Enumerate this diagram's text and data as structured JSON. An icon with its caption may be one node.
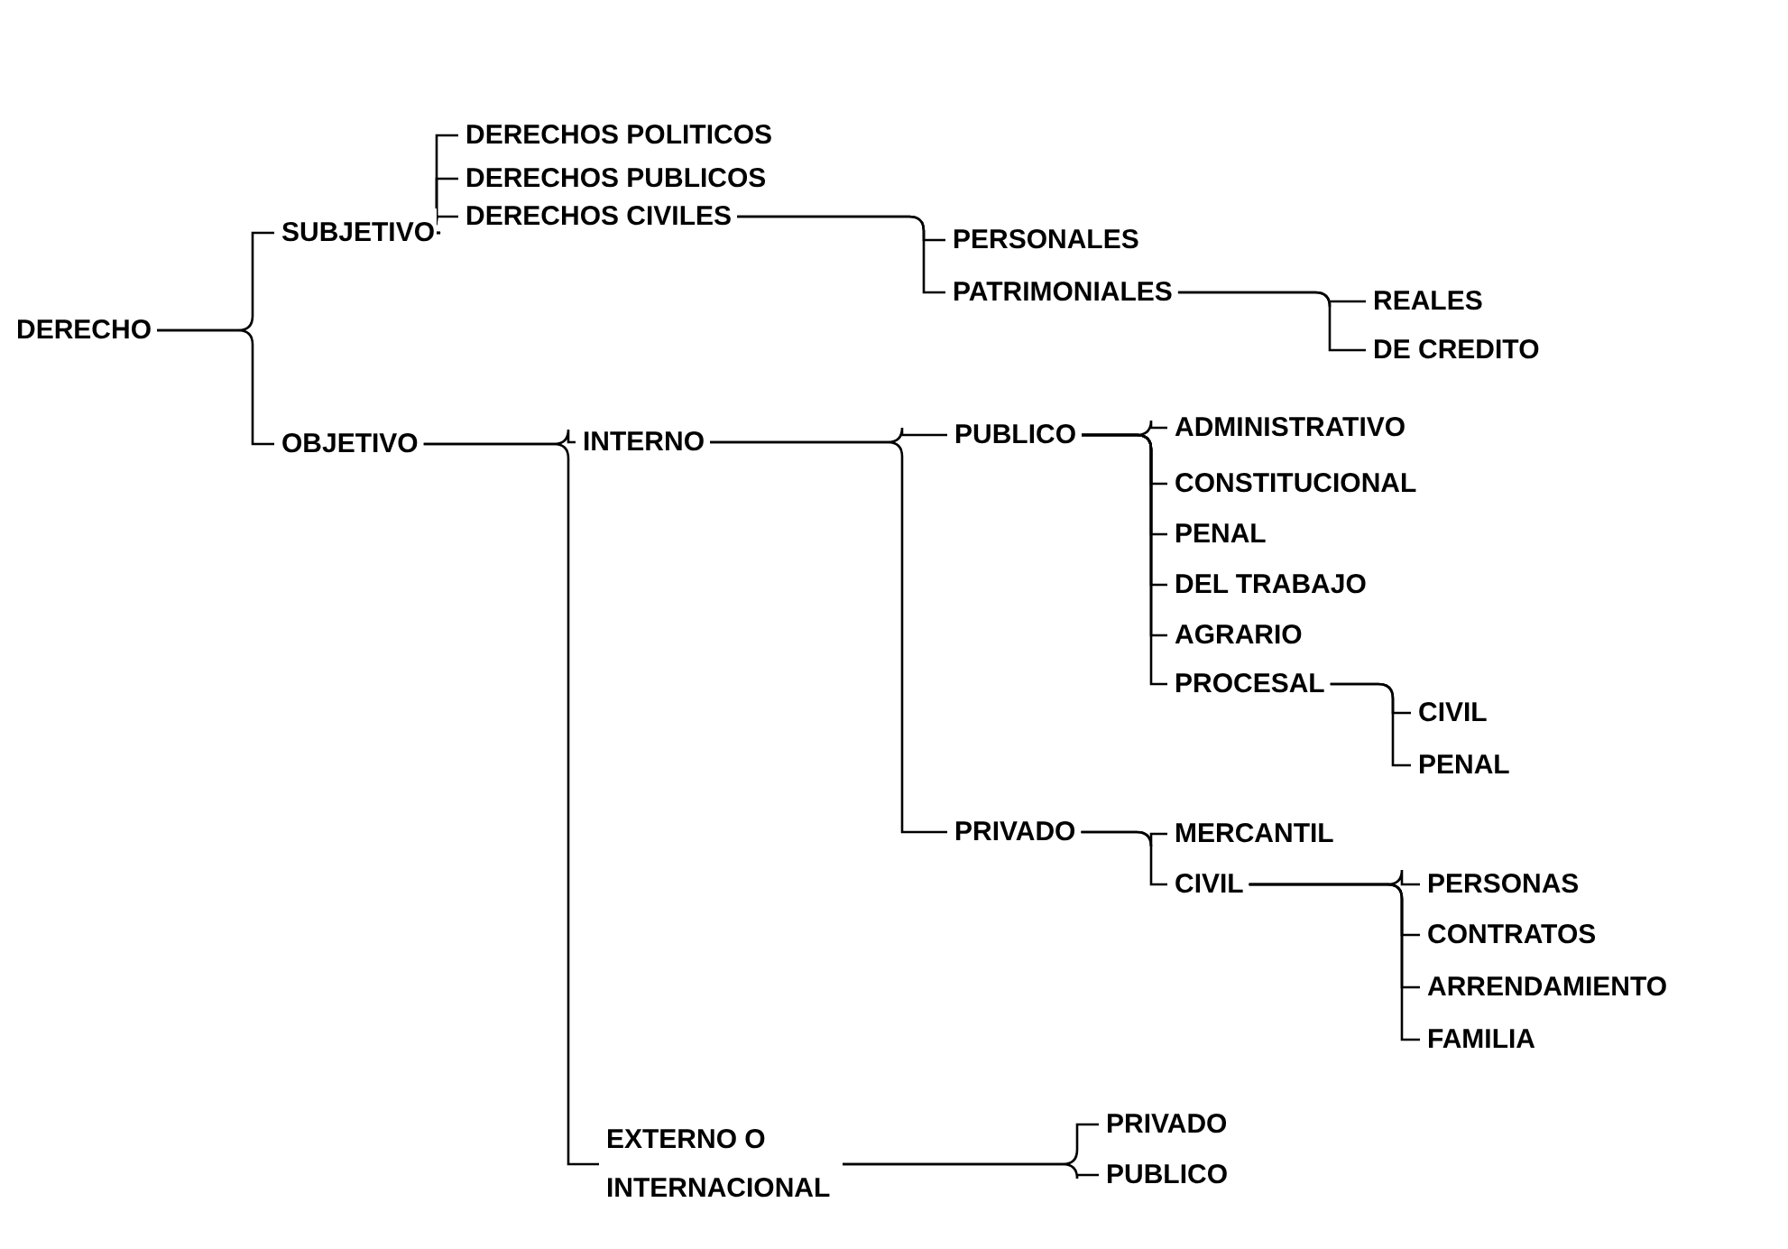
{
  "diagram": {
    "nodes": [
      {
        "text": [
          "DERECHO"
        ]
      },
      {
        "text": [
          "SUBJETIVO"
        ]
      },
      {
        "text": [
          "OBJETIVO"
        ]
      },
      {
        "text": [
          "DERECHOS POLITICOS"
        ]
      },
      {
        "text": [
          "DERECHOS PUBLICOS"
        ]
      },
      {
        "text": [
          "DERECHOS CIVILES"
        ]
      },
      {
        "text": [
          "PERSONALES"
        ]
      },
      {
        "text": [
          "PATRIMONIALES"
        ]
      },
      {
        "text": [
          "REALES"
        ]
      },
      {
        "text": [
          "DE CREDITO"
        ]
      },
      {
        "text": [
          "INTERNO"
        ]
      },
      {
        "text": [
          "EXTERNO O INTERNACIONAL"
        ]
      },
      {
        "text": [
          "PUBLICO"
        ]
      },
      {
        "text": [
          "PRIVADO"
        ]
      },
      {
        "text": [
          "ADMINISTRATIVO"
        ]
      },
      {
        "text": [
          "CONSTITUCIONAL"
        ]
      },
      {
        "text": [
          "PENAL"
        ]
      },
      {
        "text": [
          "DEL TRABAJO"
        ]
      },
      {
        "text": [
          "AGRARIO"
        ]
      },
      {
        "text": [
          "PROCESAL"
        ]
      },
      {
        "text": [
          "CIVIL"
        ]
      },
      {
        "text": [
          "PENAL"
        ]
      },
      {
        "text": [
          "MERCANTIL"
        ]
      },
      {
        "text": [
          "CIVIL"
        ]
      },
      {
        "text": [
          "PERSONAS"
        ]
      },
      {
        "text": [
          "CONTRATOS"
        ]
      },
      {
        "text": [
          "ARRENDAMIENTO"
        ]
      },
      {
        "text": [
          "FAMILIA"
        ]
      },
      {
        "text": [
          "PRIVADO"
        ]
      },
      {
        "text": [
          "PUBLICO"
        ]
      }
    ],
    "edges": [
      {
        "from": 0,
        "to": 1,
        "arrow": "none"
      },
      {
        "from": 0,
        "to": 2,
        "arrow": "none"
      },
      {
        "from": 1,
        "to": 3,
        "arrow": "none"
      },
      {
        "from": 1,
        "to": 4,
        "arrow": "none"
      },
      {
        "from": 1,
        "to": 5,
        "arrow": "none"
      },
      {
        "from": 5,
        "to": 6,
        "arrow": "none"
      },
      {
        "from": 5,
        "to": 7,
        "arrow": "none"
      },
      {
        "from": 7,
        "to": 8,
        "arrow": "none"
      },
      {
        "from": 7,
        "to": 9,
        "arrow": "none"
      },
      {
        "from": 2,
        "to": 10,
        "arrow": "none"
      },
      {
        "from": 2,
        "to": 11,
        "arrow": "none"
      },
      {
        "from": 10,
        "to": 12,
        "arrow": "none"
      },
      {
        "from": 10,
        "to": 13,
        "arrow": "none"
      },
      {
        "from": 12,
        "to": 14,
        "arrow": "none"
      },
      {
        "from": 12,
        "to": 15,
        "arrow": "none"
      },
      {
        "from": 12,
        "to": 16,
        "arrow": "none"
      },
      {
        "from": 12,
        "to": 17,
        "arrow": "none"
      },
      {
        "from": 12,
        "to": 18,
        "arrow": "none"
      },
      {
        "from": 12,
        "to": 19,
        "arrow": "none"
      },
      {
        "from": 19,
        "to": 20,
        "arrow": "none"
      },
      {
        "from": 19,
        "to": 21,
        "arrow": "none"
      },
      {
        "from": 13,
        "to": 22,
        "arrow": "none"
      },
      {
        "from": 13,
        "to": 23,
        "arrow": "none"
      },
      {
        "from": 23,
        "to": 24,
        "arrow": "none"
      },
      {
        "from": 23,
        "to": 25,
        "arrow": "none"
      },
      {
        "from": 23,
        "to": 26,
        "arrow": "none"
      },
      {
        "from": 23,
        "to": 27,
        "arrow": "none"
      },
      {
        "from": 11,
        "to": 28,
        "arrow": "none"
      },
      {
        "from": 11,
        "to": 29,
        "arrow": "none"
      }
    ]
  }
}
